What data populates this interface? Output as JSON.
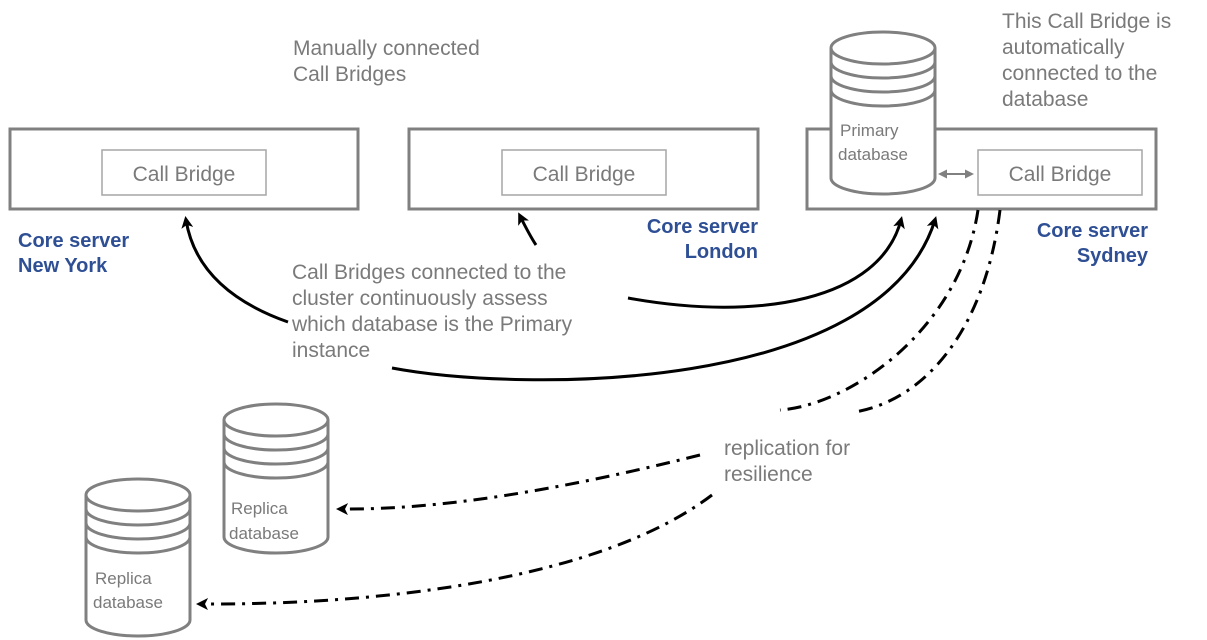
{
  "notes": {
    "manual_line1": "Manually connected",
    "manual_line2": "Call Bridges",
    "auto_line1": "This Call Bridge is",
    "auto_line2": "automatically",
    "auto_line3": "connected to the",
    "auto_line4": "database",
    "assess_line1": "Call Bridges connected to the",
    "assess_line2": "cluster continuously assess",
    "assess_line3": "which database is the Primary",
    "assess_line4": "instance",
    "repl_line1": "replication for",
    "repl_line2": "resilience"
  },
  "servers": {
    "newyork": {
      "call_bridge": "Call Bridge",
      "label1": "Core server",
      "label2": "New York"
    },
    "london": {
      "call_bridge": "Call Bridge",
      "label1": "Core server",
      "label2": "London"
    },
    "sydney": {
      "call_bridge": "Call Bridge",
      "label1": "Core server",
      "label2": "Sydney"
    }
  },
  "databases": {
    "primary": {
      "line1": "Primary",
      "line2": "database"
    },
    "replica1": {
      "line1": "Replica",
      "line2": "database"
    },
    "replica2": {
      "line1": "Replica",
      "line2": "database"
    }
  },
  "colors": {
    "label_blue": "#2f4f95",
    "gray_text": "#7a7a7a",
    "box_stroke": "#808080"
  }
}
